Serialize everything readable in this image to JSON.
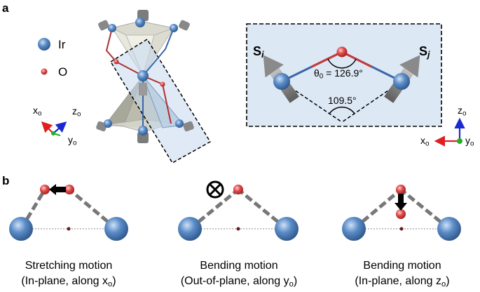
{
  "panel_a": {
    "label": "a",
    "legend": {
      "ir": "Ir",
      "o": "O"
    },
    "left_axes": {
      "x": "x",
      "y": "y",
      "z": "z",
      "sub": "o"
    },
    "inset": {
      "spin_letter": "S",
      "spin_i_sub": "i",
      "spin_j_sub": "j",
      "theta_symbol": "θ",
      "theta_sub": "0",
      "theta_value": "= 126.9°",
      "angle_value": "109.5°"
    },
    "right_axes": {
      "x": "x",
      "y": "y",
      "z": "z",
      "sub": "o"
    }
  },
  "panel_b": {
    "label": "b",
    "captions": [
      {
        "title": "Stretching motion",
        "line2_pre": "(In-plane, along x",
        "sub": "o",
        "line2_post": ")"
      },
      {
        "title": "Bending motion",
        "line2_pre": "(Out-of-plane, along y",
        "sub": "o",
        "line2_post": ")"
      },
      {
        "title": "Bending motion",
        "line2_pre": "(In-plane, along z",
        "sub": "o",
        "line2_post": ")"
      }
    ]
  },
  "colors": {
    "ir_blue": "#4a7cb8",
    "o_red": "#e04848",
    "inset_bg": "#dde8f5",
    "axis_x": "#e02020",
    "axis_y": "#22b022",
    "axis_z": "#1a2ad0",
    "octahedron": "#d8d8cc",
    "bond_gray": "#707070"
  }
}
